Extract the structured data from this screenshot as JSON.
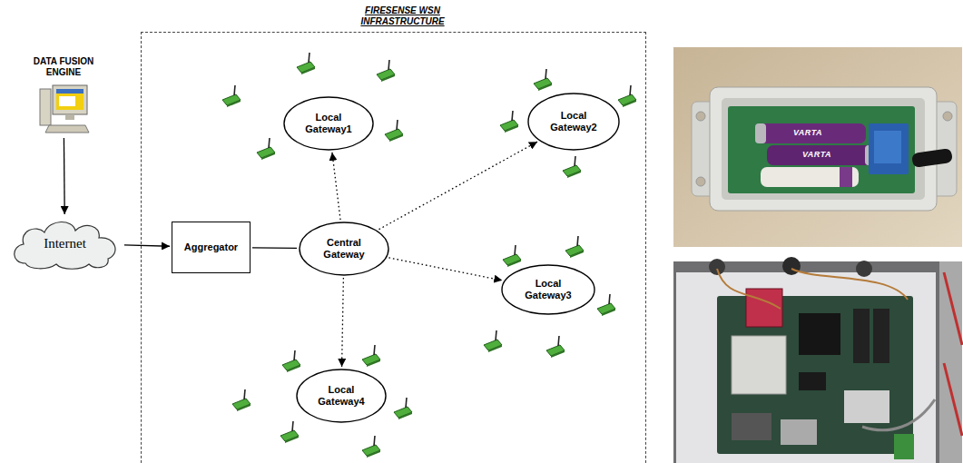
{
  "diagram": {
    "nodes": [
      {
        "text": [
          "FIRESENSE WSN INFRASTRUCTURE"
        ]
      },
      {
        "text": [
          "DATA FUSION ENGINE"
        ]
      },
      {
        "text": [
          "Local Gateway1"
        ],
        "in": 0
      },
      {
        "text": [
          "Local Gateway2"
        ],
        "in": 0
      },
      {
        "text": [
          "Internet"
        ]
      },
      {
        "text": [
          "Aggregator"
        ],
        "in": 0
      },
      {
        "text": [
          "Central Gateway"
        ],
        "in": 0
      },
      {
        "text": [
          "Local Gateway3"
        ],
        "in": 0
      },
      {
        "text": [
          "Local Gateway4"
        ],
        "in": 0
      }
    ],
    "edges": [
      {
        "from": 1,
        "to": 4,
        "arrow": "to"
      },
      {
        "from": 4,
        "to": 5,
        "arrow": "to"
      },
      {
        "from": 5,
        "to": 6,
        "arrow": "none"
      },
      {
        "from": 6,
        "to": 2,
        "arrow": "to"
      },
      {
        "from": 6,
        "to": 3,
        "arrow": "to"
      },
      {
        "from": 6,
        "to": 7,
        "arrow": "to"
      },
      {
        "from": 6,
        "to": 8,
        "arrow": "to"
      }
    ],
    "labels": [
      "VARTA",
      "VARTA"
    ]
  }
}
